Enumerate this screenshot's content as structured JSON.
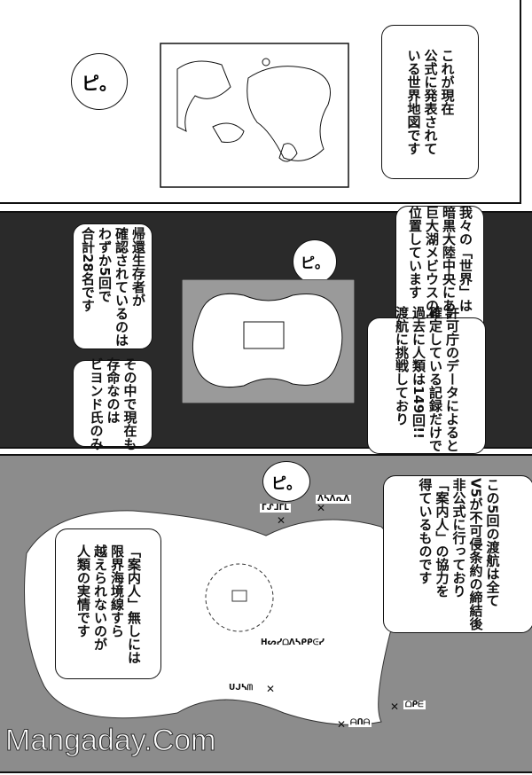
{
  "panel1": {
    "sfx": "ピ。",
    "caption": "これが現在\n公式に発表されて\nいる世界地図です"
  },
  "panel2": {
    "sfx": "ピ。",
    "caption_left_top": "帰還生存者が\n確認されているのは\nわずか5回で\n合計28名です",
    "caption_left_bottom": "その中で現在も\n存命なのは\nビヨンド氏のみ",
    "caption_right_top": "我々の「世界」は\n暗黒大陸中央にある\n巨大湖メビウスの中に\n位置しています",
    "caption_right_bottom": "許可庁のデータによると\n確定している記録だけでも\n過去に人類は149回!!\n渡航に挑戦しており"
  },
  "panel3": {
    "sfx": "ピ。",
    "caption_right": "この5回の渡航は全て\nV5が不可侵条約の締結後\n非公式に行っており\n「案内人」の協力を\n得ているものです",
    "caption_left": "「案内人」無しには\n限界海境線すら\n越えられないのが\n人類の実情です",
    "map_labels": [
      "ᒥᔑᒧᒥᒪ",
      "ᐱᓴᐱᕆᐱ",
      "ᕼᔕᓯᗝᐱᓴᑭᑭᕮᓯ",
      "ᑌᒍᓴᗰ",
      "ᗝᑭᗴ",
      "ᗩᑎᗩ"
    ]
  },
  "watermark": "Mangaday.Com"
}
